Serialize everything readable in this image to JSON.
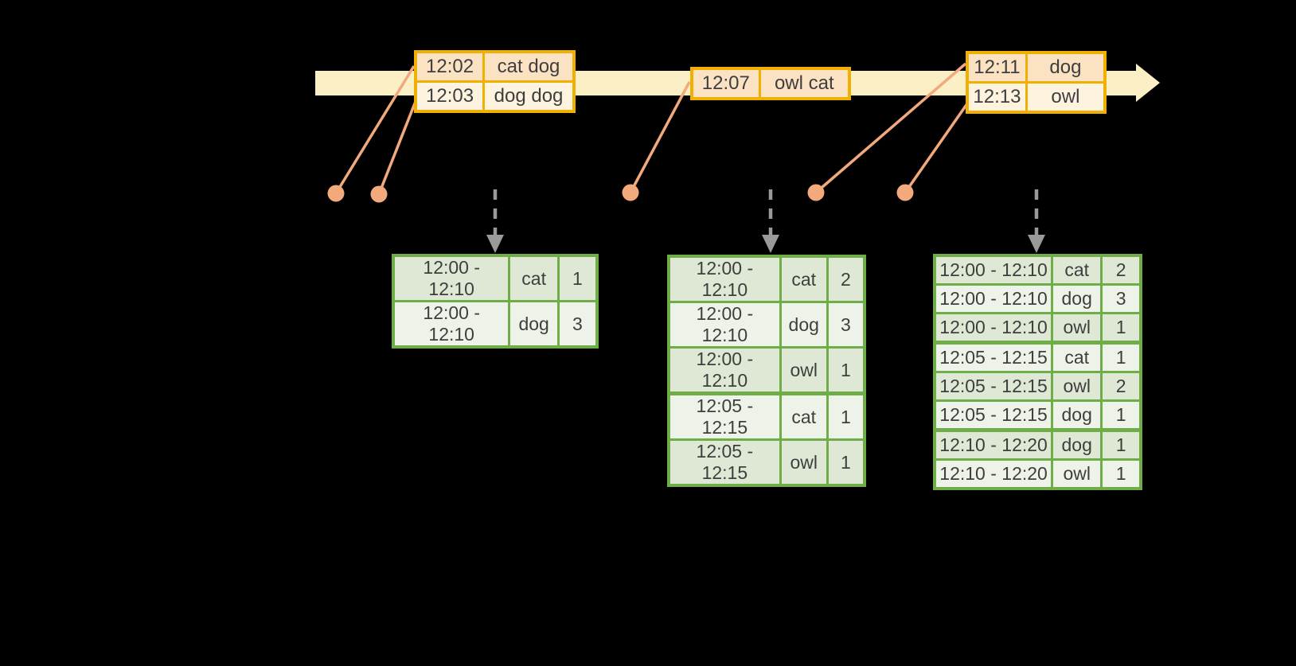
{
  "palette": {
    "canvas_bg": "#000000",
    "timeline_band": "#FAEFC5",
    "event_border": "#F0B000",
    "event_row_dark": "#FAE2C3",
    "event_row_light": "#FDF3DE",
    "connector_orange": "#F2A97C",
    "dashed_arrow_gray": "#9A9A9A",
    "result_border": "#6FAD49",
    "result_row_dark": "#DFE8D4",
    "result_row_light": "#EEF3E9",
    "text": "#3E3E3E"
  },
  "event_stream": {
    "tables": [
      {
        "rows": [
          {
            "time": "12:02",
            "words": "cat dog"
          },
          {
            "time": "12:03",
            "words": "dog dog"
          }
        ]
      },
      {
        "rows": [
          {
            "time": "12:07",
            "words": "owl cat"
          }
        ]
      },
      {
        "rows": [
          {
            "time": "12:11",
            "words": "dog"
          },
          {
            "time": "12:13",
            "words": "owl"
          }
        ]
      }
    ]
  },
  "result_tables": [
    {
      "rows": [
        [
          "12:00 - 12:10",
          "cat",
          "1"
        ],
        [
          "12:00 - 12:10",
          "dog",
          "3"
        ]
      ],
      "group_starts": []
    },
    {
      "rows": [
        [
          "12:00 - 12:10",
          "cat",
          "2"
        ],
        [
          "12:00 - 12:10",
          "dog",
          "3"
        ],
        [
          "12:00 - 12:10",
          "owl",
          "1"
        ],
        [
          "12:05 - 12:15",
          "cat",
          "1"
        ],
        [
          "12:05 - 12:15",
          "owl",
          "1"
        ]
      ],
      "group_starts": [
        3
      ]
    },
    {
      "rows": [
        [
          "12:00 - 12:10",
          "cat",
          "2"
        ],
        [
          "12:00 - 12:10",
          "dog",
          "3"
        ],
        [
          "12:00 - 12:10",
          "owl",
          "1"
        ],
        [
          "12:05 - 12:15",
          "cat",
          "1"
        ],
        [
          "12:05 - 12:15",
          "owl",
          "2"
        ],
        [
          "12:05 - 12:15",
          "dog",
          "1"
        ],
        [
          "12:10 - 12:20",
          "dog",
          "1"
        ],
        [
          "12:10 - 12:20",
          "owl",
          "1"
        ]
      ],
      "group_starts": [
        3,
        6
      ]
    }
  ]
}
